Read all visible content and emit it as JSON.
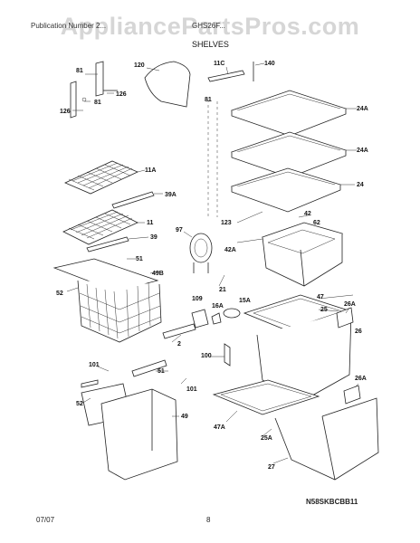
{
  "watermark": "AppliancePartsPros.com",
  "header": {
    "left_text": "Publication Number 2...",
    "right_text": "GHS26F...",
    "section_title": "SHELVES"
  },
  "diagram_code": "N58SKBCBB11",
  "footer": {
    "date": "07/07",
    "page": "8"
  },
  "labels": {
    "l81a": "81",
    "l126a": "126",
    "l81b": "81",
    "l126b": "126",
    "l120": "120",
    "l11c": "11C",
    "l140": "140",
    "l81c": "81",
    "l24a1": "24A",
    "l24a2": "24A",
    "l24": "24",
    "l11a": "11A",
    "l39a": "39A",
    "l11": "11",
    "l39": "39",
    "l97": "97",
    "l123": "123",
    "l42": "42",
    "l62": "62",
    "l42a": "42A",
    "l51a": "51",
    "l49b": "49B",
    "l52a": "52",
    "l21": "21",
    "l109": "109",
    "l16a": "16A",
    "l15a": "15A",
    "l47": "47",
    "l25": "25",
    "l26a1": "26A",
    "l26": "26",
    "l2": "2",
    "l100": "100",
    "l101a": "101",
    "l51b": "51",
    "l101b": "101",
    "l52b": "52",
    "l49": "49",
    "l26a2": "26A",
    "l47a": "47A",
    "l25a": "25A",
    "l27": "27"
  }
}
